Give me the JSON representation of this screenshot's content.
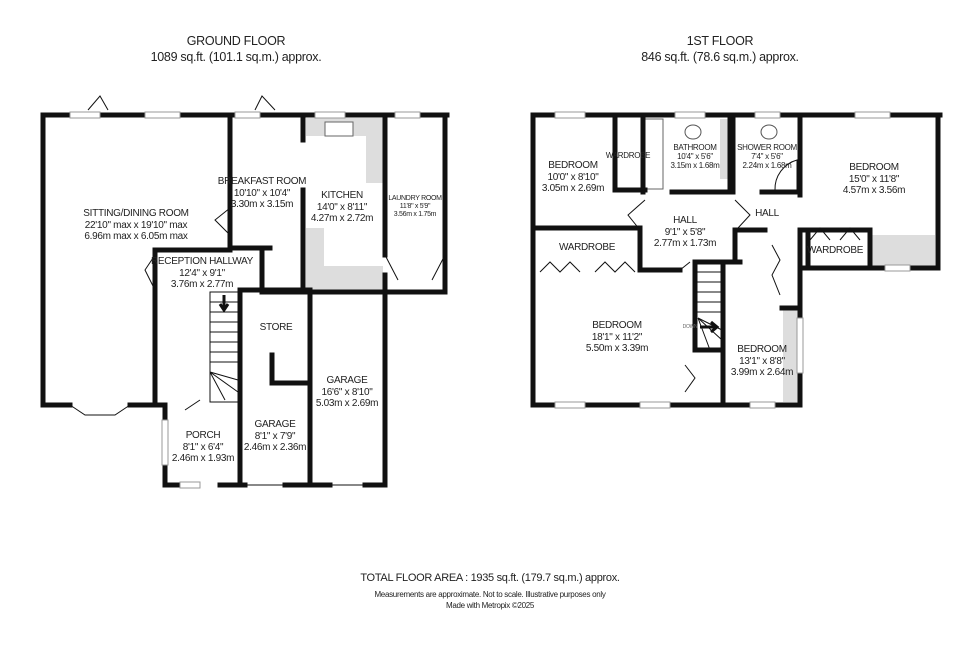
{
  "ground": {
    "title": "GROUND FLOOR",
    "area": "1089 sq.ft. (101.1 sq.m.) approx.",
    "rooms": [
      {
        "name": "SITTING/DINING ROOM",
        "imp": "22'10\" max x 19'10\" max",
        "met": "6.96m max x 6.05m max"
      },
      {
        "name": "BREAKFAST ROOM",
        "imp": "10'10\" x 10'4\"",
        "met": "3.30m x 3.15m"
      },
      {
        "name": "KITCHEN",
        "imp": "14'0\" x 8'11\"",
        "met": "4.27m x 2.72m"
      },
      {
        "name": "LAUNDRY ROOM",
        "imp": "11'8\" x 5'9\"",
        "met": "3.56m x 1.75m"
      },
      {
        "name": "RECEPTION HALLWAY",
        "imp": "12'4\" x 9'1\"",
        "met": "3.76m x 2.77m"
      },
      {
        "name": "STORE"
      },
      {
        "name": "GARAGE",
        "imp": "16'6\" x 8'10\"",
        "met": "5.03m x 2.69m"
      },
      {
        "name": "GARAGE",
        "imp": "8'1\" x 7'9\"",
        "met": "2.46m x 2.36m"
      },
      {
        "name": "PORCH",
        "imp": "8'1\" x 6'4\"",
        "met": "2.46m x 1.93m"
      }
    ]
  },
  "first": {
    "title": "1ST FLOOR",
    "area": "846 sq.ft. (78.6 sq.m.) approx.",
    "rooms": [
      {
        "name": "BEDROOM",
        "imp": "10'0\" x 8'10\"",
        "met": "3.05m x 2.69m"
      },
      {
        "name": "WARDROBE"
      },
      {
        "name": "BATHROOM",
        "imp": "10'4\" x 5'6\"",
        "met": "3.15m x 1.68m"
      },
      {
        "name": "SHOWER ROOM",
        "imp": "7'4\" x 5'6\"",
        "met": "2.24m x 1.68m"
      },
      {
        "name": "BEDROOM",
        "imp": "15'0\" x 11'8\"",
        "met": "4.57m x 3.56m"
      },
      {
        "name": "HALL",
        "imp": "9'1\" x 5'8\"",
        "met": "2.77m x 1.73m"
      },
      {
        "name": "HALL"
      },
      {
        "name": "WARDROBE"
      },
      {
        "name": "WARDROBE"
      },
      {
        "name": "BEDROOM",
        "imp": "18'1\" x 11'2\"",
        "met": "5.50m x 3.39m"
      },
      {
        "name": "BEDROOM",
        "imp": "13'1\" x 8'8\"",
        "met": "3.99m x 2.64m"
      }
    ],
    "stairs_label": "DOWN"
  },
  "footer": {
    "total": "TOTAL FLOOR AREA : 1935 sq.ft. (179.7 sq.m.) approx.",
    "disclaimer": "Measurements are approximate.  Not to scale.  Illustrative purposes only",
    "credit": "Made with Metropix ©2025"
  }
}
